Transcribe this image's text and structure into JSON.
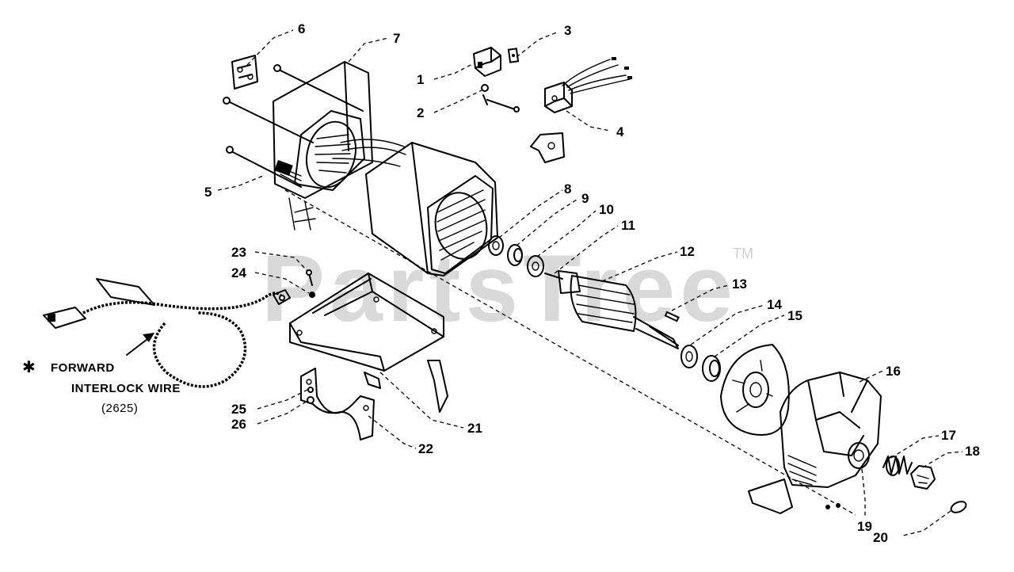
{
  "watermark": {
    "text": "PartsTree",
    "tm": "TM"
  },
  "callouts": [
    "1",
    "2",
    "3",
    "4",
    "5",
    "6",
    "7",
    "8",
    "9",
    "10",
    "11",
    "12",
    "13",
    "14",
    "15",
    "16",
    "17",
    "18",
    "19",
    "20",
    "21",
    "22",
    "23",
    "24",
    "25",
    "26"
  ],
  "note": {
    "asterisk": "✱",
    "line1": "FORWARD",
    "line2": "INTERLOCK WIRE",
    "line3": "(2625)"
  }
}
